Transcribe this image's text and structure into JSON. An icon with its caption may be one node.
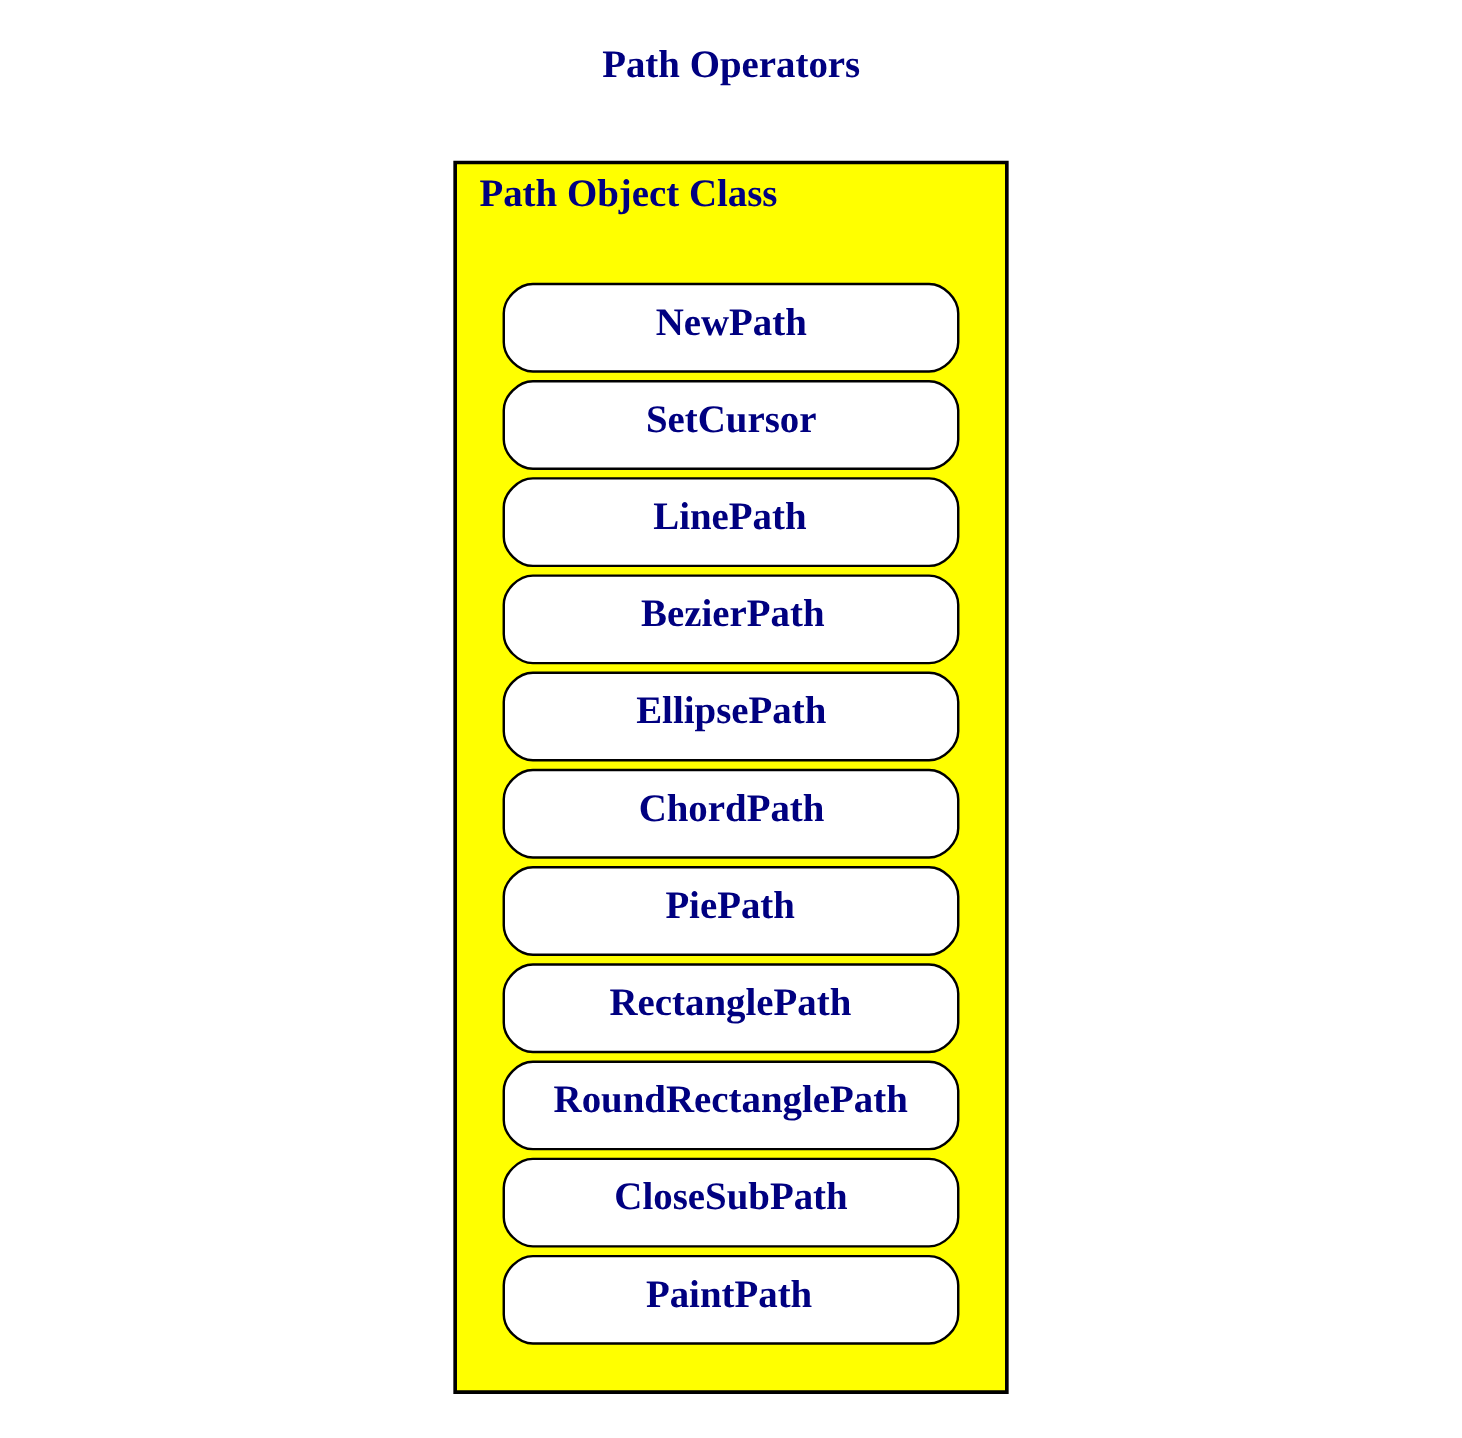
{
  "diagram": {
    "nodes": [
      {
        "text": [
          "Path Object Class"
        ]
      },
      {
        "text": [
          "NewPath"
        ],
        "in": 0
      },
      {
        "text": [
          "SetCursor"
        ],
        "in": 0
      },
      {
        "text": [
          "LinePath"
        ],
        "in": 0
      },
      {
        "text": [
          "BezierPath"
        ],
        "in": 0
      },
      {
        "text": [
          "EllipsePath"
        ],
        "in": 0
      },
      {
        "text": [
          "ChordPath"
        ],
        "in": 0
      },
      {
        "text": [
          "PiePath"
        ],
        "in": 0
      },
      {
        "text": [
          "RectanglePath"
        ],
        "in": 0
      },
      {
        "text": [
          "RoundRectanglePath"
        ],
        "in": 0
      },
      {
        "text": [
          "CloseSubPath"
        ],
        "in": 0
      },
      {
        "text": [
          "PaintPath"
        ],
        "in": 0
      }
    ],
    "edges": [],
    "labels": [
      "Path Operators"
    ]
  }
}
